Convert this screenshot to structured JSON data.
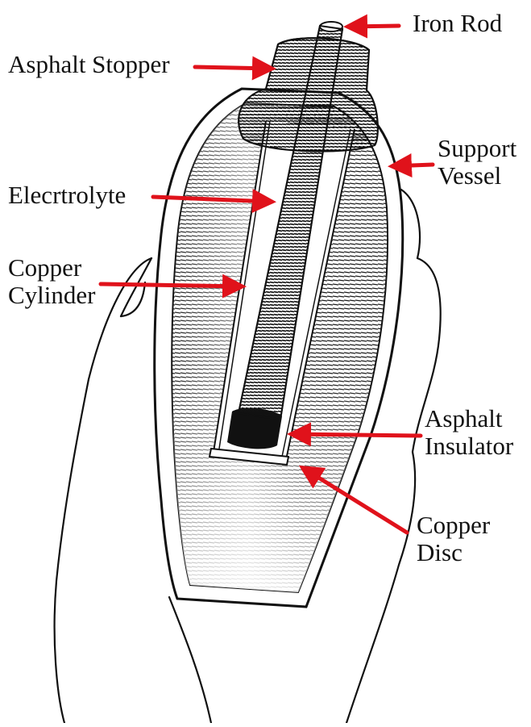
{
  "colors": {
    "arrow": "#e0121b",
    "ink": "#111111",
    "background": "#ffffff"
  },
  "labels": {
    "iron_rod": "Iron Rod",
    "asphalt_stopper": "Asphalt Stopper",
    "support_vessel": [
      "Support",
      "Vessel"
    ],
    "electrolyte": "Elecrtrolyte",
    "copper_cylinder": [
      "Copper",
      "Cylinder"
    ],
    "asphalt_insulator": [
      "Asphalt",
      "Insulator"
    ],
    "copper_disc": [
      "Copper",
      "Disc"
    ]
  }
}
